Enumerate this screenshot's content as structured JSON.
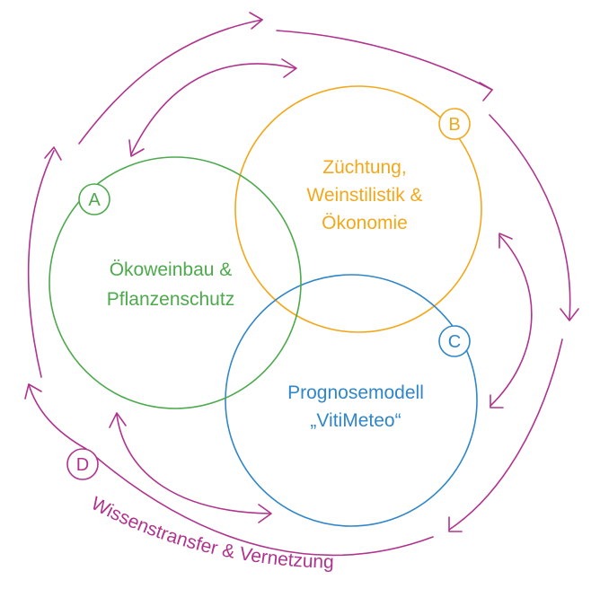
{
  "colors": {
    "green": "#4caa4c",
    "orange": "#f3a81c",
    "blue": "#2f86c8",
    "magenta": "#b0338d"
  },
  "circles": [
    {
      "badge": "A",
      "lines": [
        "Ökoweinbau &",
        "Pflanzenschutz"
      ]
    },
    {
      "badge": "B",
      "lines": [
        "Züchtung,",
        "Weinstilistik &",
        "Ökonomie"
      ]
    },
    {
      "badge": "C",
      "lines": [
        "Prognosemodell",
        "„VitiMeteo“"
      ]
    }
  ],
  "outer": {
    "badge": "D",
    "label": "Wissenstransfer & Vernetzung"
  }
}
